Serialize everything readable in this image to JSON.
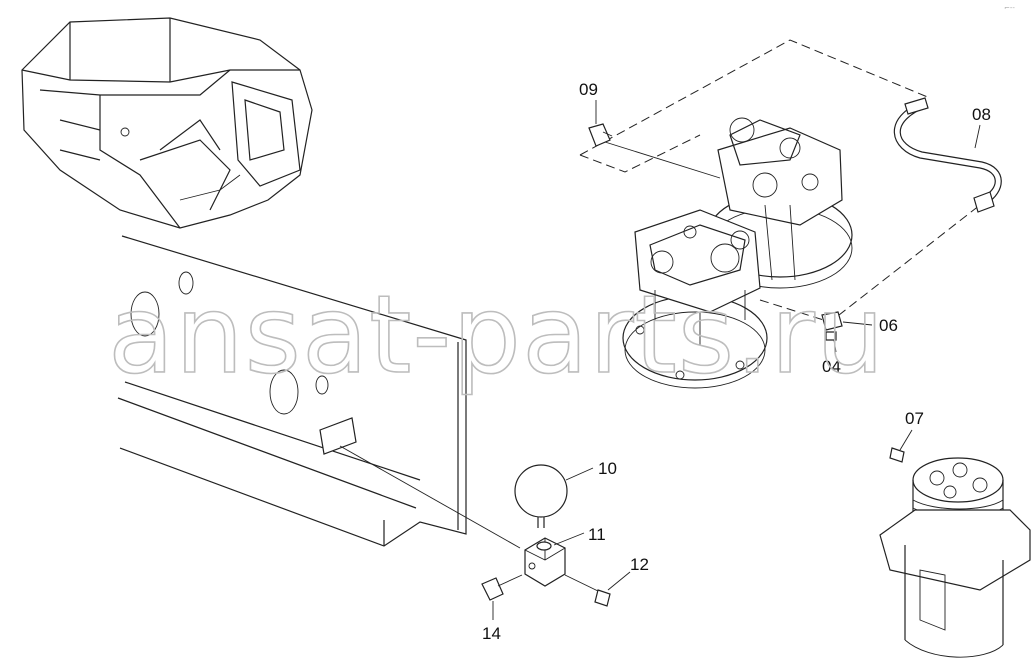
{
  "watermark": "ansat-parts.ru",
  "callouts": [
    "09",
    "08",
    "06",
    "04",
    "07",
    "10",
    "11",
    "12",
    "14"
  ],
  "corner_mark": "⌐--"
}
